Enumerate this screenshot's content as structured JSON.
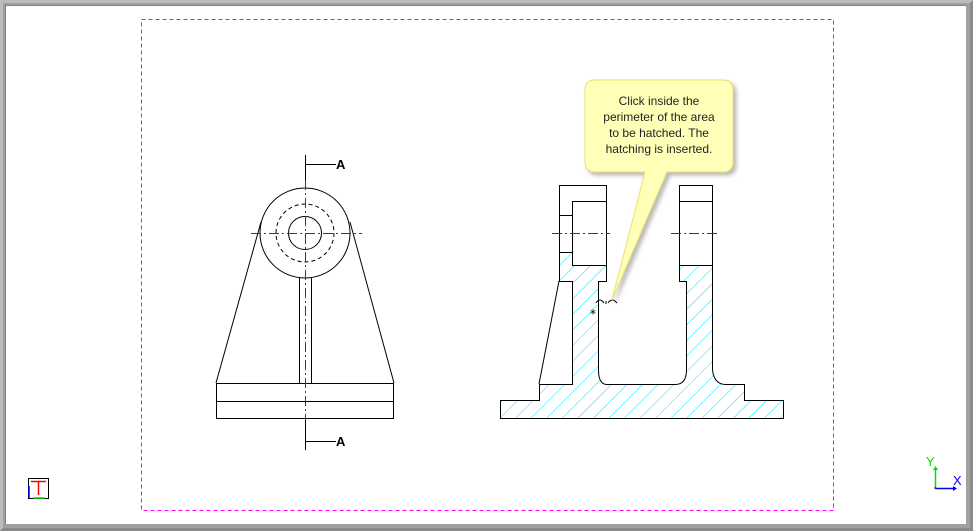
{
  "tooltip": {
    "lines": [
      "Click inside the",
      "perimeter of the area",
      "to be hatched. The",
      "hatching is inserted."
    ]
  },
  "section_labels": {
    "top": "A",
    "bottom": "A"
  },
  "ucs_icon": {
    "x_label": "X",
    "y_label": "Y"
  },
  "paper_icon": {
    "label": "T"
  },
  "colors": {
    "border_dashed": "#ff00ff",
    "center_line": "#006400",
    "hatch": "#00e5ff",
    "tooltip_bg": "#ffffb8",
    "axis_x": "#0000ff",
    "axis_y": "#00e000"
  }
}
